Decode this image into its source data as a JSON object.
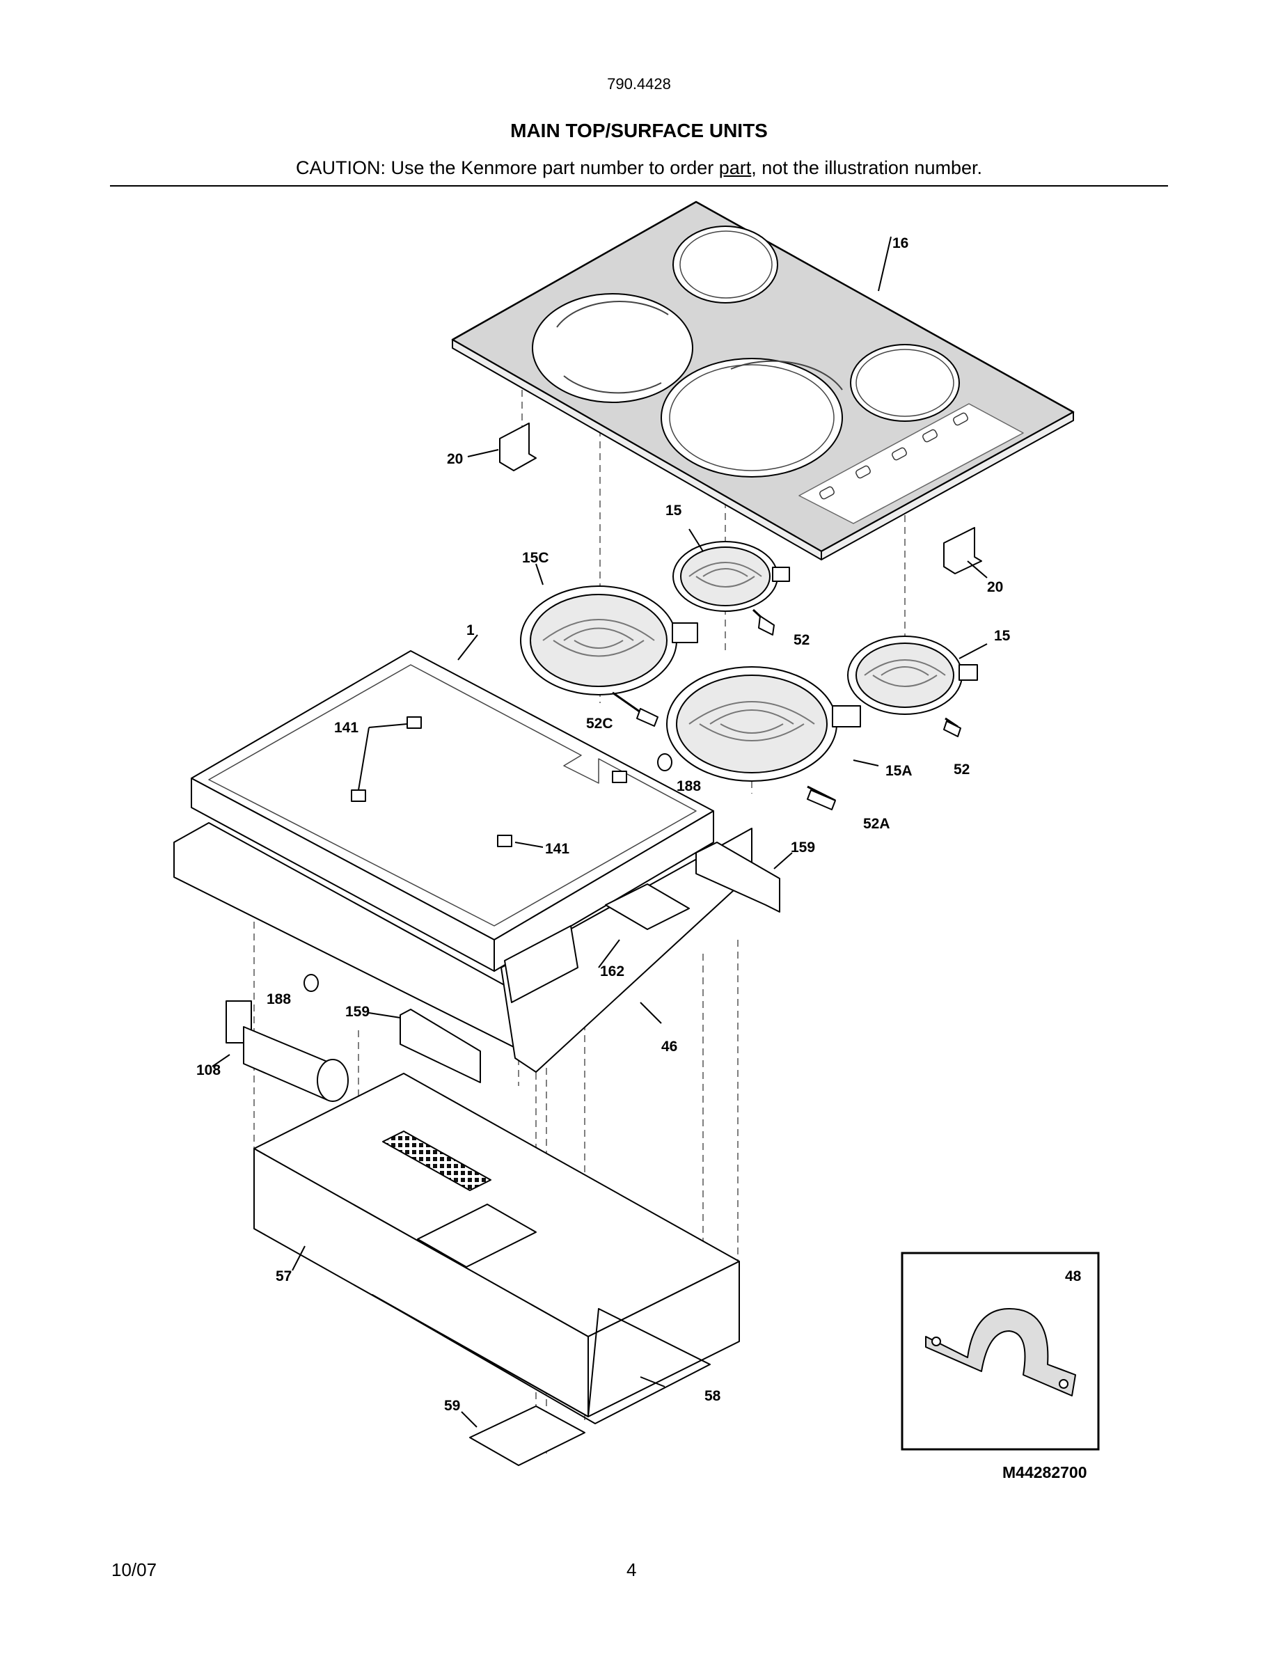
{
  "header": {
    "model_number": "790.4428",
    "title": "MAIN TOP/SURFACE UNITS",
    "caution_prefix": "CAUTION: Use the Kenmore part number to order ",
    "caution_underlined": "part",
    "caution_suffix": ", not the illustration number."
  },
  "callouts": [
    {
      "id": "16",
      "label": "16"
    },
    {
      "id": "20a",
      "label": "20"
    },
    {
      "id": "20b",
      "label": "20"
    },
    {
      "id": "15a",
      "label": "15"
    },
    {
      "id": "15b",
      "label": "15"
    },
    {
      "id": "15C",
      "label": "15C"
    },
    {
      "id": "15A",
      "label": "15A"
    },
    {
      "id": "52a",
      "label": "52"
    },
    {
      "id": "52b",
      "label": "52"
    },
    {
      "id": "52C",
      "label": "52C"
    },
    {
      "id": "52A",
      "label": "52A"
    },
    {
      "id": "1",
      "label": "1"
    },
    {
      "id": "141a",
      "label": "141"
    },
    {
      "id": "141b",
      "label": "141"
    },
    {
      "id": "188a",
      "label": "188"
    },
    {
      "id": "188b",
      "label": "188"
    },
    {
      "id": "159a",
      "label": "159"
    },
    {
      "id": "159b",
      "label": "159"
    },
    {
      "id": "162",
      "label": "162"
    },
    {
      "id": "46",
      "label": "46"
    },
    {
      "id": "108",
      "label": "108"
    },
    {
      "id": "57",
      "label": "57"
    },
    {
      "id": "58",
      "label": "58"
    },
    {
      "id": "59",
      "label": "59"
    }
  ],
  "inset": {
    "part_label": "48"
  },
  "diagram_code": "M44282700",
  "footer": {
    "date": "10/07",
    "page": "4"
  }
}
